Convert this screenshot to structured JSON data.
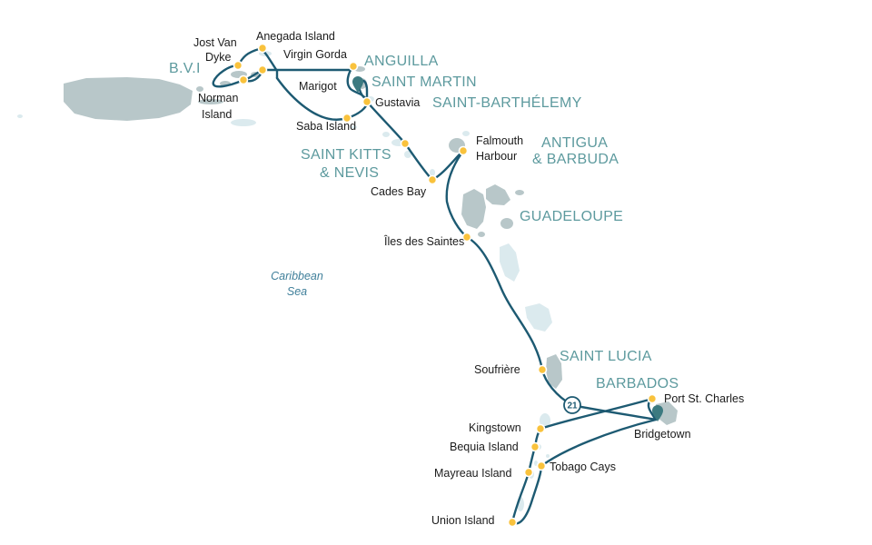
{
  "map": {
    "sea_label": [
      "Caribbean",
      "Sea"
    ],
    "regions": {
      "bvi": "B.V.I",
      "anguilla": "ANGUILLA",
      "saint_martin": "SAINT MARTIN",
      "saint_barthelemy": "SAINT-BARTHÉLEMY",
      "saint_kitts": [
        "SAINT KITTS",
        "& NEVIS"
      ],
      "antigua": [
        "ANTIGUA",
        "& BARBUDA"
      ],
      "guadeloupe": "GUADELOUPE",
      "saint_lucia": "SAINT LUCIA",
      "barbados": "BARBADOS"
    },
    "ports": {
      "jost_van_dyke": [
        "Jost Van",
        "Dyke"
      ],
      "anegada": "Anegada Island",
      "virgin_gorda": "Virgin Gorda",
      "norman": [
        "Norman",
        "Island"
      ],
      "marigot": "Marigot",
      "gustavia": "Gustavia",
      "saba": "Saba Island",
      "falmouth": [
        "Falmouth",
        "Harbour"
      ],
      "cades_bay": "Cades Bay",
      "iles_des_saintes": "Îles des Saintes",
      "soufriere": "Soufrière",
      "port_st_charles": "Port St. Charles",
      "bridgetown": "Bridgetown",
      "kingstown": "Kingstown",
      "bequia": "Bequia Island",
      "mayreau": "Mayreau Island",
      "tobago_cays": "Tobago Cays",
      "union": "Union Island"
    },
    "route_badge": "21",
    "colors": {
      "route": "#1d5a72",
      "stop": "#f9c23c",
      "region_label": "#5d9a9e",
      "island": "#b8c7c9",
      "island_light": "#dbeaee"
    }
  }
}
